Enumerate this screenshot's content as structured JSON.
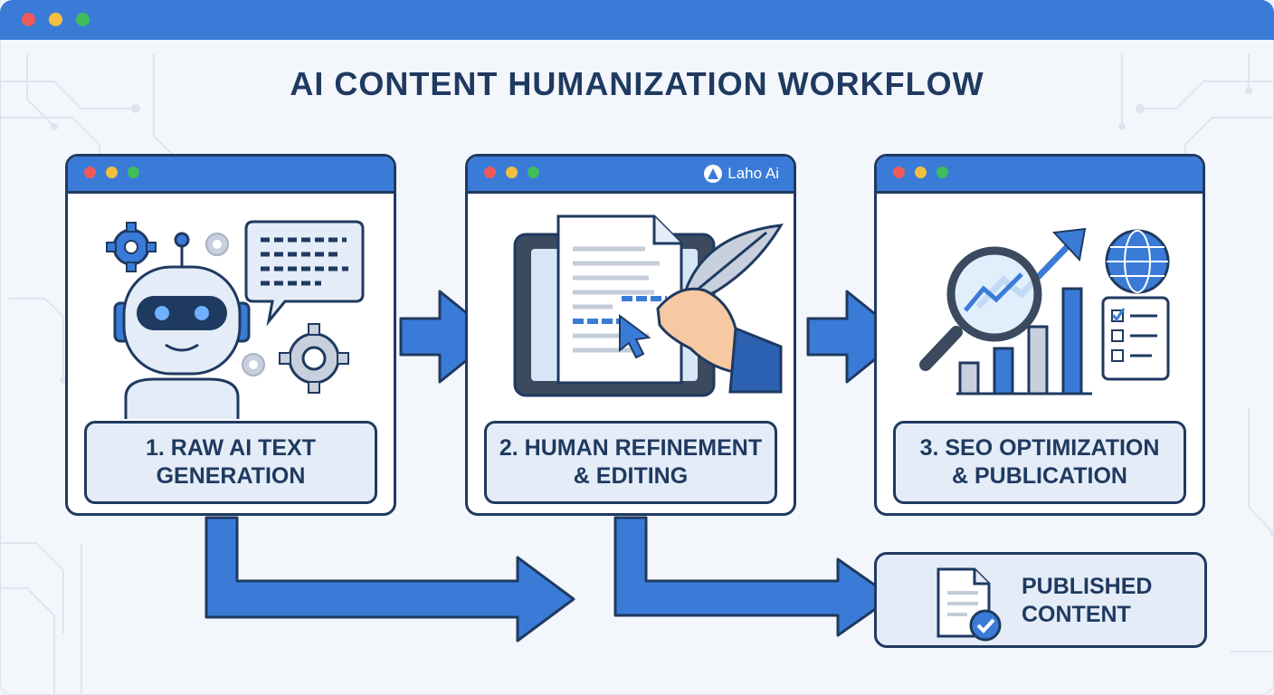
{
  "window": {
    "controls": [
      "close",
      "minimize",
      "maximize"
    ]
  },
  "title": "AI CONTENT HUMANIZATION WORKFLOW",
  "steps": [
    {
      "label": "1. RAW AI TEXT\nGENERATION",
      "icons": [
        "robot-icon",
        "gear-icon",
        "speech-bubble-icon"
      ]
    },
    {
      "label": "2. HUMAN REFINEMENT\n& EDITING",
      "brand": "Laho Ai",
      "icons": [
        "tablet-icon",
        "document-icon",
        "quill-pen-icon",
        "cursor-icon",
        "hand-icon"
      ]
    },
    {
      "label": "3. SEO OPTIMIZATION\n& PUBLICATION",
      "icons": [
        "magnifier-icon",
        "bar-chart-icon",
        "trend-arrow-icon",
        "globe-icon",
        "checklist-icon"
      ]
    }
  ],
  "result": {
    "label": "PUBLISHED\nCONTENT",
    "icon": "document-check-icon"
  },
  "colors": {
    "accent": "#3a7bd8",
    "navy": "#1f3a60",
    "panel_label_bg": "#e4ecf7",
    "background": "#f3f6fb"
  }
}
